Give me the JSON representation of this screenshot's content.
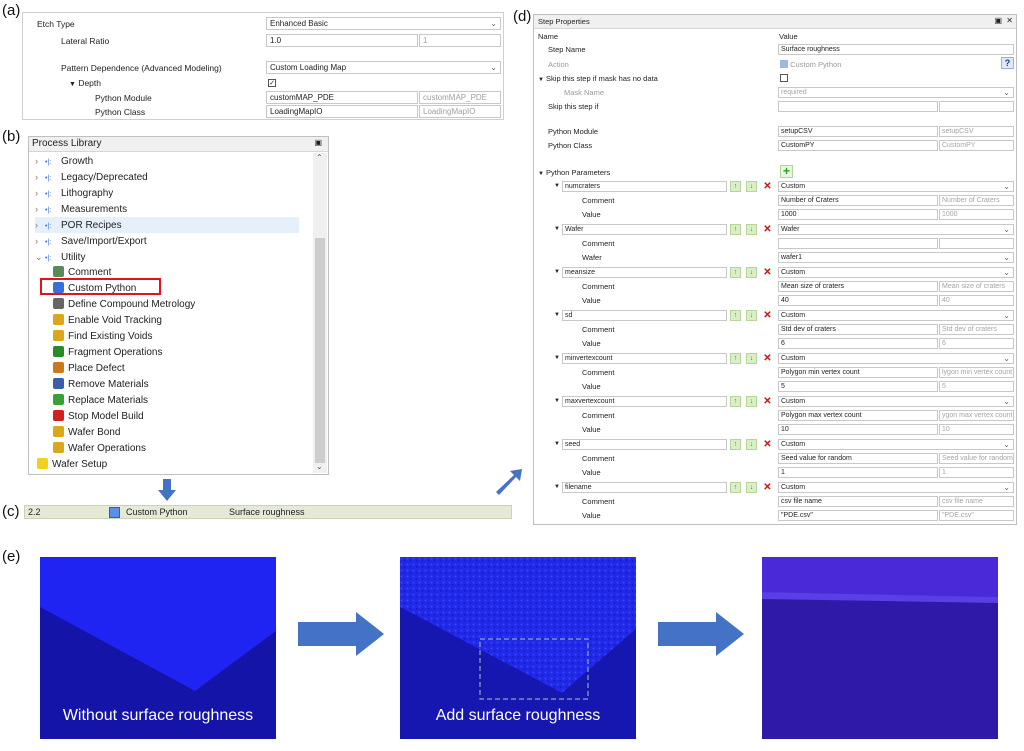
{
  "labels": {
    "a": "(a)",
    "b": "(b)",
    "c": "(c)",
    "d": "(d)",
    "e": "(e)"
  },
  "panel_a": {
    "etch_type_label": "Etch Type",
    "etch_type_value": "Enhanced Basic",
    "lateral_ratio_label": "Lateral Ratio",
    "lateral_ratio_value": "1.0",
    "lateral_ratio_default": "1",
    "pattern_dep_label": "Pattern Dependence (Advanced Modeling)",
    "pattern_dep_value": "Custom Loading Map",
    "depth_label": "Depth",
    "python_module_label": "Python Module",
    "python_module_value": "customMAP_PDE",
    "python_module_default": "customMAP_PDE",
    "python_class_label": "Python Class",
    "python_class_value": "LoadingMapIO",
    "python_class_default": "LoadingMapIO"
  },
  "panel_b": {
    "title": "Process Library",
    "items": [
      {
        "label": "Growth",
        "level": 0
      },
      {
        "label": "Legacy/Deprecated",
        "level": 0
      },
      {
        "label": "Lithography",
        "level": 0
      },
      {
        "label": "Measurements",
        "level": 0
      },
      {
        "label": "POR Recipes",
        "level": 0
      },
      {
        "label": "Save/Import/Export",
        "level": 0
      },
      {
        "label": "Utility",
        "level": 0
      },
      {
        "label": "Comment",
        "level": 1
      },
      {
        "label": "Custom Python",
        "level": 1
      },
      {
        "label": "Define Compound Metrology",
        "level": 1
      },
      {
        "label": "Enable Void Tracking",
        "level": 1
      },
      {
        "label": "Find Existing Voids",
        "level": 1
      },
      {
        "label": "Fragment Operations",
        "level": 1
      },
      {
        "label": "Place Defect",
        "level": 1
      },
      {
        "label": "Remove Materials",
        "level": 1
      },
      {
        "label": "Replace Materials",
        "level": 1
      },
      {
        "label": "Stop Model Build",
        "level": 1
      },
      {
        "label": "Wafer Bond",
        "level": 1
      },
      {
        "label": "Wafer Operations",
        "level": 1
      },
      {
        "label": "Wafer Setup",
        "level": 0
      }
    ]
  },
  "panel_c": {
    "step": "2.2",
    "name": "Custom Python",
    "desc": "Surface roughness"
  },
  "panel_d": {
    "title": "Step Properties",
    "col_name": "Name",
    "col_value": "Value",
    "step_name_label": "Step Name",
    "step_name_value": "Surface roughness",
    "action_label": "Action",
    "action_value": "Custom Python",
    "skip_mask_label": "Skip this step if mask has no data",
    "mask_name_label": "Mask Name",
    "mask_name_value": "required",
    "skip_if_label": "Skip this step if",
    "python_module_label": "Python Module",
    "python_module_value": "setupCSV",
    "python_module_default": "setupCSV",
    "python_class_label": "Python Class",
    "python_class_value": "CustomPY",
    "python_class_default": "CustomPY",
    "python_params_label": "Python Parameters",
    "comment_label": "Comment",
    "value_label": "Value",
    "wafer_label": "Wafer",
    "params": [
      {
        "name": "numcraters",
        "type": "Custom",
        "comment": "Number of Craters",
        "comment_default": "Number of Craters",
        "value": "1000",
        "value_default": "1000"
      },
      {
        "name": "Wafer",
        "type": "Wafer",
        "comment": "",
        "comment_default": "",
        "value": "wafer1",
        "value_default": ""
      },
      {
        "name": "meansize",
        "type": "Custom",
        "comment": "Mean size of craters",
        "comment_default": "Mean size of craters",
        "value": "40",
        "value_default": "40"
      },
      {
        "name": "sd",
        "type": "Custom",
        "comment": "Std dev of craters",
        "comment_default": "Std dev of craters",
        "value": "6",
        "value_default": "6"
      },
      {
        "name": "minvertexcount",
        "type": "Custom",
        "comment": "Polygon min vertex count",
        "comment_default": "lygon min vertex count",
        "value": "5",
        "value_default": "5"
      },
      {
        "name": "maxvertexcount",
        "type": "Custom",
        "comment": "Polygon max vertex count",
        "comment_default": "ygon max vertex count",
        "value": "10",
        "value_default": "10"
      },
      {
        "name": "seed",
        "type": "Custom",
        "comment": "Seed value for random",
        "comment_default": "Seed value for random",
        "value": "1",
        "value_default": "1"
      },
      {
        "name": "filename",
        "type": "Custom",
        "comment": "csv file name",
        "comment_default": "csv file name",
        "value": "\"PDE.csv\"",
        "value_default": "\"PDE.csv\""
      }
    ]
  },
  "panel_e": {
    "caption_1": "Without surface roughness",
    "caption_2": "Add surface roughness"
  },
  "colors": {
    "highlight_red": "#e0141e",
    "arrow_blue": "#4472c4",
    "blue_render": "#1a1af0"
  },
  "icons": {
    "filter": "filter-icon",
    "expand": "triangle-icon",
    "add": "plus-icon",
    "remove": "x-icon",
    "help": "help-icon"
  }
}
